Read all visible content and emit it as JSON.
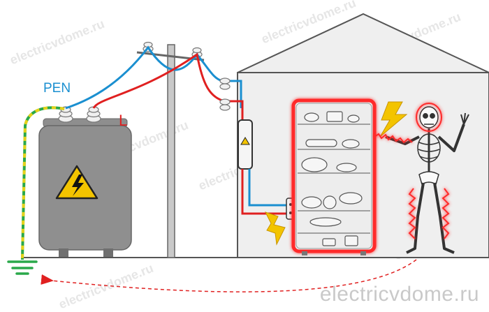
{
  "labels": {
    "pen": "PEN",
    "phase": "L",
    "website": "electricvdome.ru",
    "watermark": "electricvdome.ru"
  },
  "colors": {
    "pen_wire": "#1a8fd0",
    "phase_wire": "#e02020",
    "earth_stripe_green": "#2aa84a",
    "earth_stripe_yellow": "#e6d21a",
    "fault_glow": "#ff2a2a",
    "lightning": "#f3c400"
  },
  "icons": [
    "high-voltage-warning-icon",
    "lightning-bolt-icon",
    "ground-symbol-icon",
    "skeleton-figure",
    "refrigerator"
  ]
}
